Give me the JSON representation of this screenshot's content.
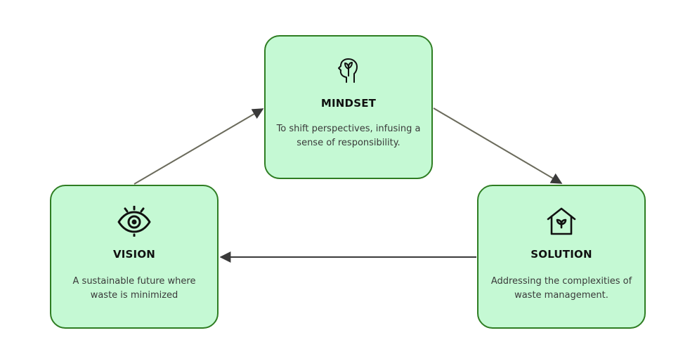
{
  "colors": {
    "card_fill": "#c5f9d4",
    "card_border": "#2e7d22",
    "arrow": "#3a3a3a"
  },
  "nodes": [
    {
      "id": "mindset",
      "icon": "head-with-plant-icon",
      "title": "MINDSET",
      "description": "To shift perspectives, infusing a sense of responsibility."
    },
    {
      "id": "solution",
      "icon": "house-with-leaf-icon",
      "title": "SOLUTION",
      "description": "Addressing the complexities of waste management."
    },
    {
      "id": "vision",
      "icon": "eye-icon",
      "title": "VISION",
      "description": "A sustainable future where waste is minimized"
    }
  ],
  "edges": [
    {
      "from": "vision",
      "to": "mindset"
    },
    {
      "from": "mindset",
      "to": "solution"
    },
    {
      "from": "solution",
      "to": "vision"
    }
  ]
}
